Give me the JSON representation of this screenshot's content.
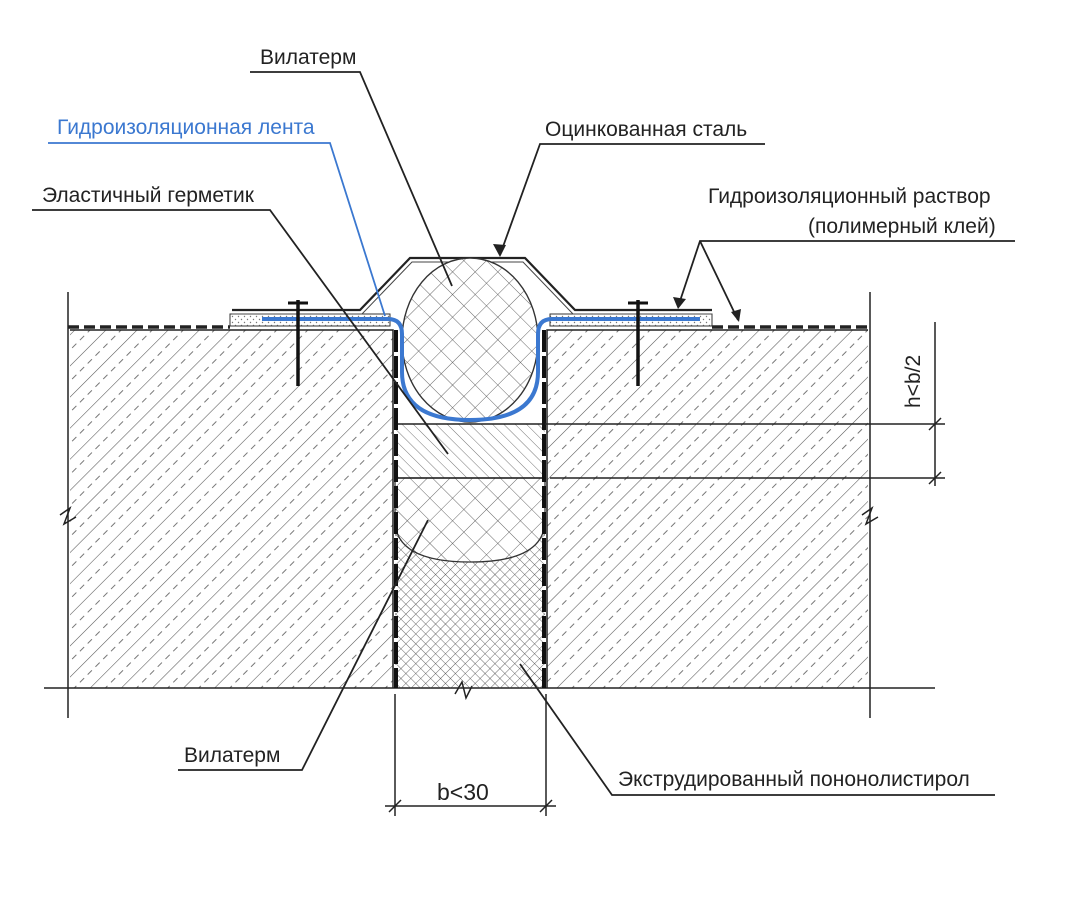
{
  "labels": {
    "vilaterm_top": "Вилатерм",
    "waterproof_tape": "Гидроизоляционная лента",
    "galvanized_steel": "Оцинкованная сталь",
    "elastic_sealant": "Эластичный герметик",
    "waterproof_mortar_line1": "Гидроизоляционный раствор",
    "waterproof_mortar_line2": "(полимерный клей)",
    "vilaterm_bottom": "Вилатерм",
    "extruded_polystyrene": "Экструдированный пононолистирол",
    "dim_width": "b<30",
    "dim_height": "h<b/2"
  },
  "colors": {
    "line": "#222222",
    "accent_blue": "#3b78d0",
    "hatch": "#444444",
    "background": "#ffffff"
  }
}
